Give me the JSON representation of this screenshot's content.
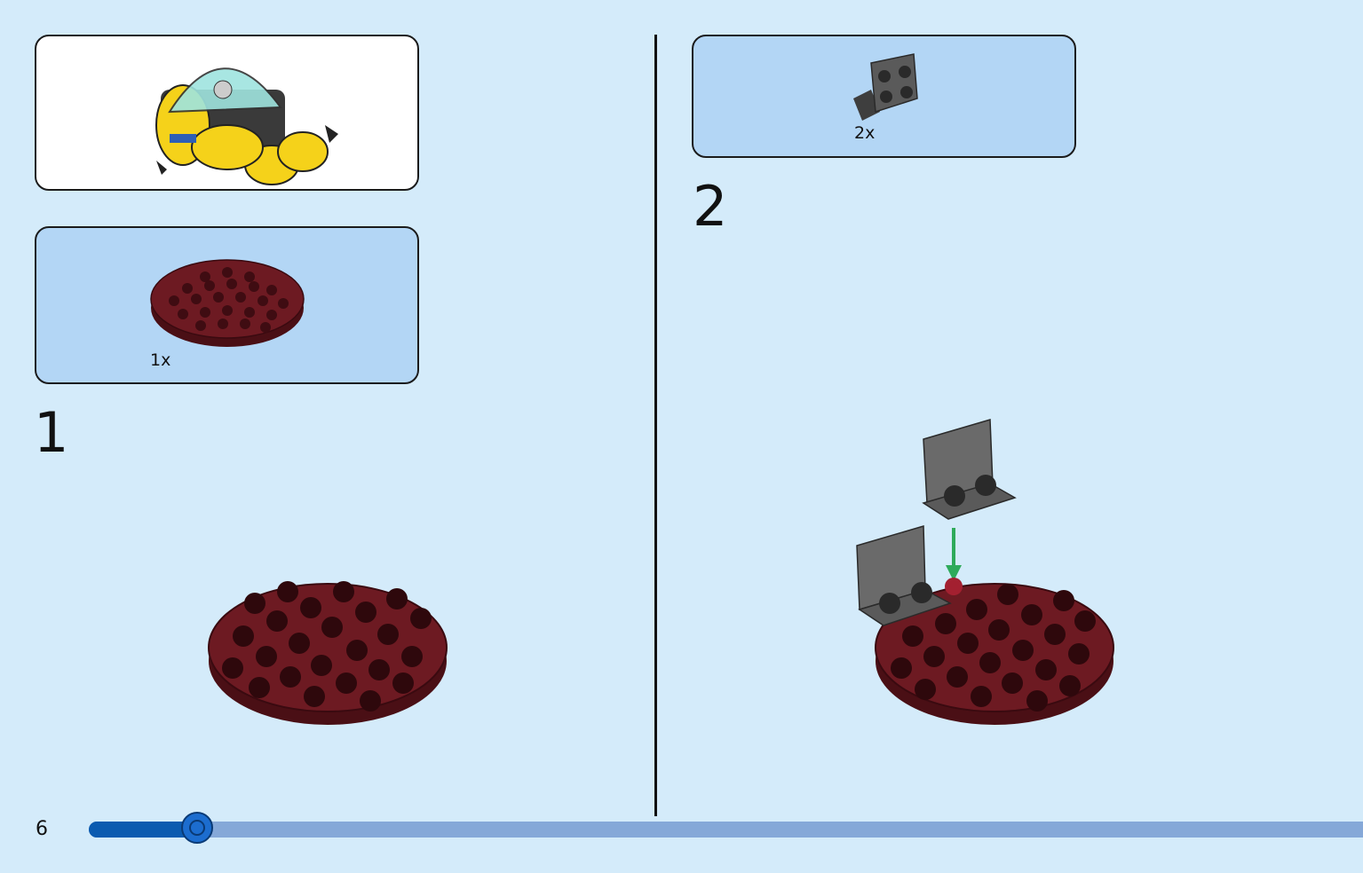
{
  "page": {
    "number": "6",
    "progress_fraction": 0.085
  },
  "step1": {
    "number": "1",
    "part": {
      "name": "round-plate-6x6-dark-red",
      "quantity": "1x",
      "color": "#6d1a22"
    }
  },
  "step2": {
    "number": "2",
    "part": {
      "name": "bracket-1x2-2x2-dark-gray",
      "quantity": "2x",
      "color": "#5a5a5a"
    }
  },
  "colors": {
    "background": "#d4ebfa",
    "parts_box": "#b3d6f5",
    "dark_red": "#6d1a22",
    "dark_gray": "#5a5a5a",
    "arrow": "#2eaa5a",
    "progress": "#0b5bb0"
  }
}
